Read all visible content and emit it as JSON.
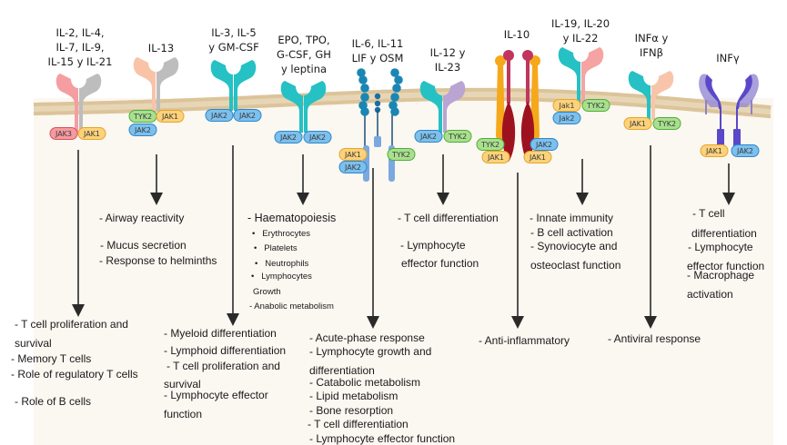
{
  "figure": "JAK-STAT cytokine receptor families and their biological effects",
  "colors": {
    "jak1": "#fcd27a",
    "jak1_stroke": "#e6a52a",
    "jak2": "#7cc0ee",
    "jak2_stroke": "#2f86c9",
    "jak3": "#f59aa0",
    "jak3_stroke": "#d9505c",
    "tyk2": "#a8e08e",
    "tyk2_stroke": "#4fae3a",
    "membrane": "#dcc49a",
    "cytoplasm": "#fbf7f1",
    "arrow": "#2a2a2a"
  },
  "receptors": [
    {
      "id": "il2-family",
      "title": "IL-2, IL-4,\nIL-7, IL-9,\nIL-15 y IL-21",
      "kinases": [
        "JAK3",
        "JAK1"
      ],
      "effects": [
        "- T cell proliferation and",
        "survival",
        "- Memory T cells",
        "- Role of regulatory T cells",
        "- Role of B cells"
      ]
    },
    {
      "id": "il13",
      "title": "IL-13",
      "kinases": [
        "TYK2",
        "JAK2",
        "JAK1"
      ],
      "effects": [
        "- Airway reactivity",
        "- Mucus secretion",
        "- Response to helminths"
      ]
    },
    {
      "id": "il3-family",
      "title": "IL-3, IL-5\ny GM-CSF",
      "kinases": [
        "JAK2",
        "JAK2"
      ],
      "effects": [
        "- Myeloid differentiation",
        "- Lymphoid differentiation",
        "- T cell proliferation and",
        "survival",
        "- Lymphocyte effector",
        "function"
      ]
    },
    {
      "id": "epo-family",
      "title": "EPO, TPO,\nG-CSF, GH\ny leptina",
      "kinases": [
        "JAK2",
        "JAK2"
      ],
      "effects": [
        "- Haematopoiesis",
        "Erythrocytes",
        "Platelets",
        "Neutrophils",
        "Lymphocytes",
        "Growth",
        "- Anabolic metabolism"
      ]
    },
    {
      "id": "il6-family",
      "title": "IL-6, IL-11\nLIF y OSM",
      "kinases": [
        "JAK1",
        "JAK2",
        "TYK2"
      ],
      "effects": [
        "- Acute-phase response",
        "- Lymphocyte growth and",
        "differentiation",
        "- Catabolic metabolism",
        "- Lipid metabolism",
        "- Bone resorption",
        "- T cell differentiation",
        "- Lymphocyte effector function"
      ]
    },
    {
      "id": "il12-family",
      "title": "IL-12 y\nIL-23",
      "kinases": [
        "JAK2",
        "TYK2"
      ],
      "effects": [
        "- T cell differentiation",
        "- Lymphocyte",
        "effector function"
      ]
    },
    {
      "id": "il10",
      "title": "IL-10",
      "kinases": [
        "TYK2",
        "JAK1",
        "JAK2",
        "JAK1"
      ],
      "effects": [
        "- Anti-inflammatory"
      ]
    },
    {
      "id": "il19-family",
      "title": "IL-19, IL-20\ny IL-22",
      "kinases": [
        "Jak1",
        "Jak2",
        "TYK2"
      ],
      "effects": [
        "- Innate immunity",
        "- B cell activation",
        "- Synoviocyte and",
        "osteoclast function"
      ]
    },
    {
      "id": "ifn-type1",
      "title": "INFα y\nIFNβ",
      "kinases": [
        "JAK1",
        "TYK2"
      ],
      "effects": [
        "- Antiviral response"
      ]
    },
    {
      "id": "ifn-gamma",
      "title": "INFγ",
      "kinases": [
        "JAK1",
        "JAK2"
      ],
      "effects": [
        "- T cell",
        "differentiation",
        "- Lymphocyte",
        "effector function",
        "- Macrophage",
        "activation"
      ]
    }
  ]
}
